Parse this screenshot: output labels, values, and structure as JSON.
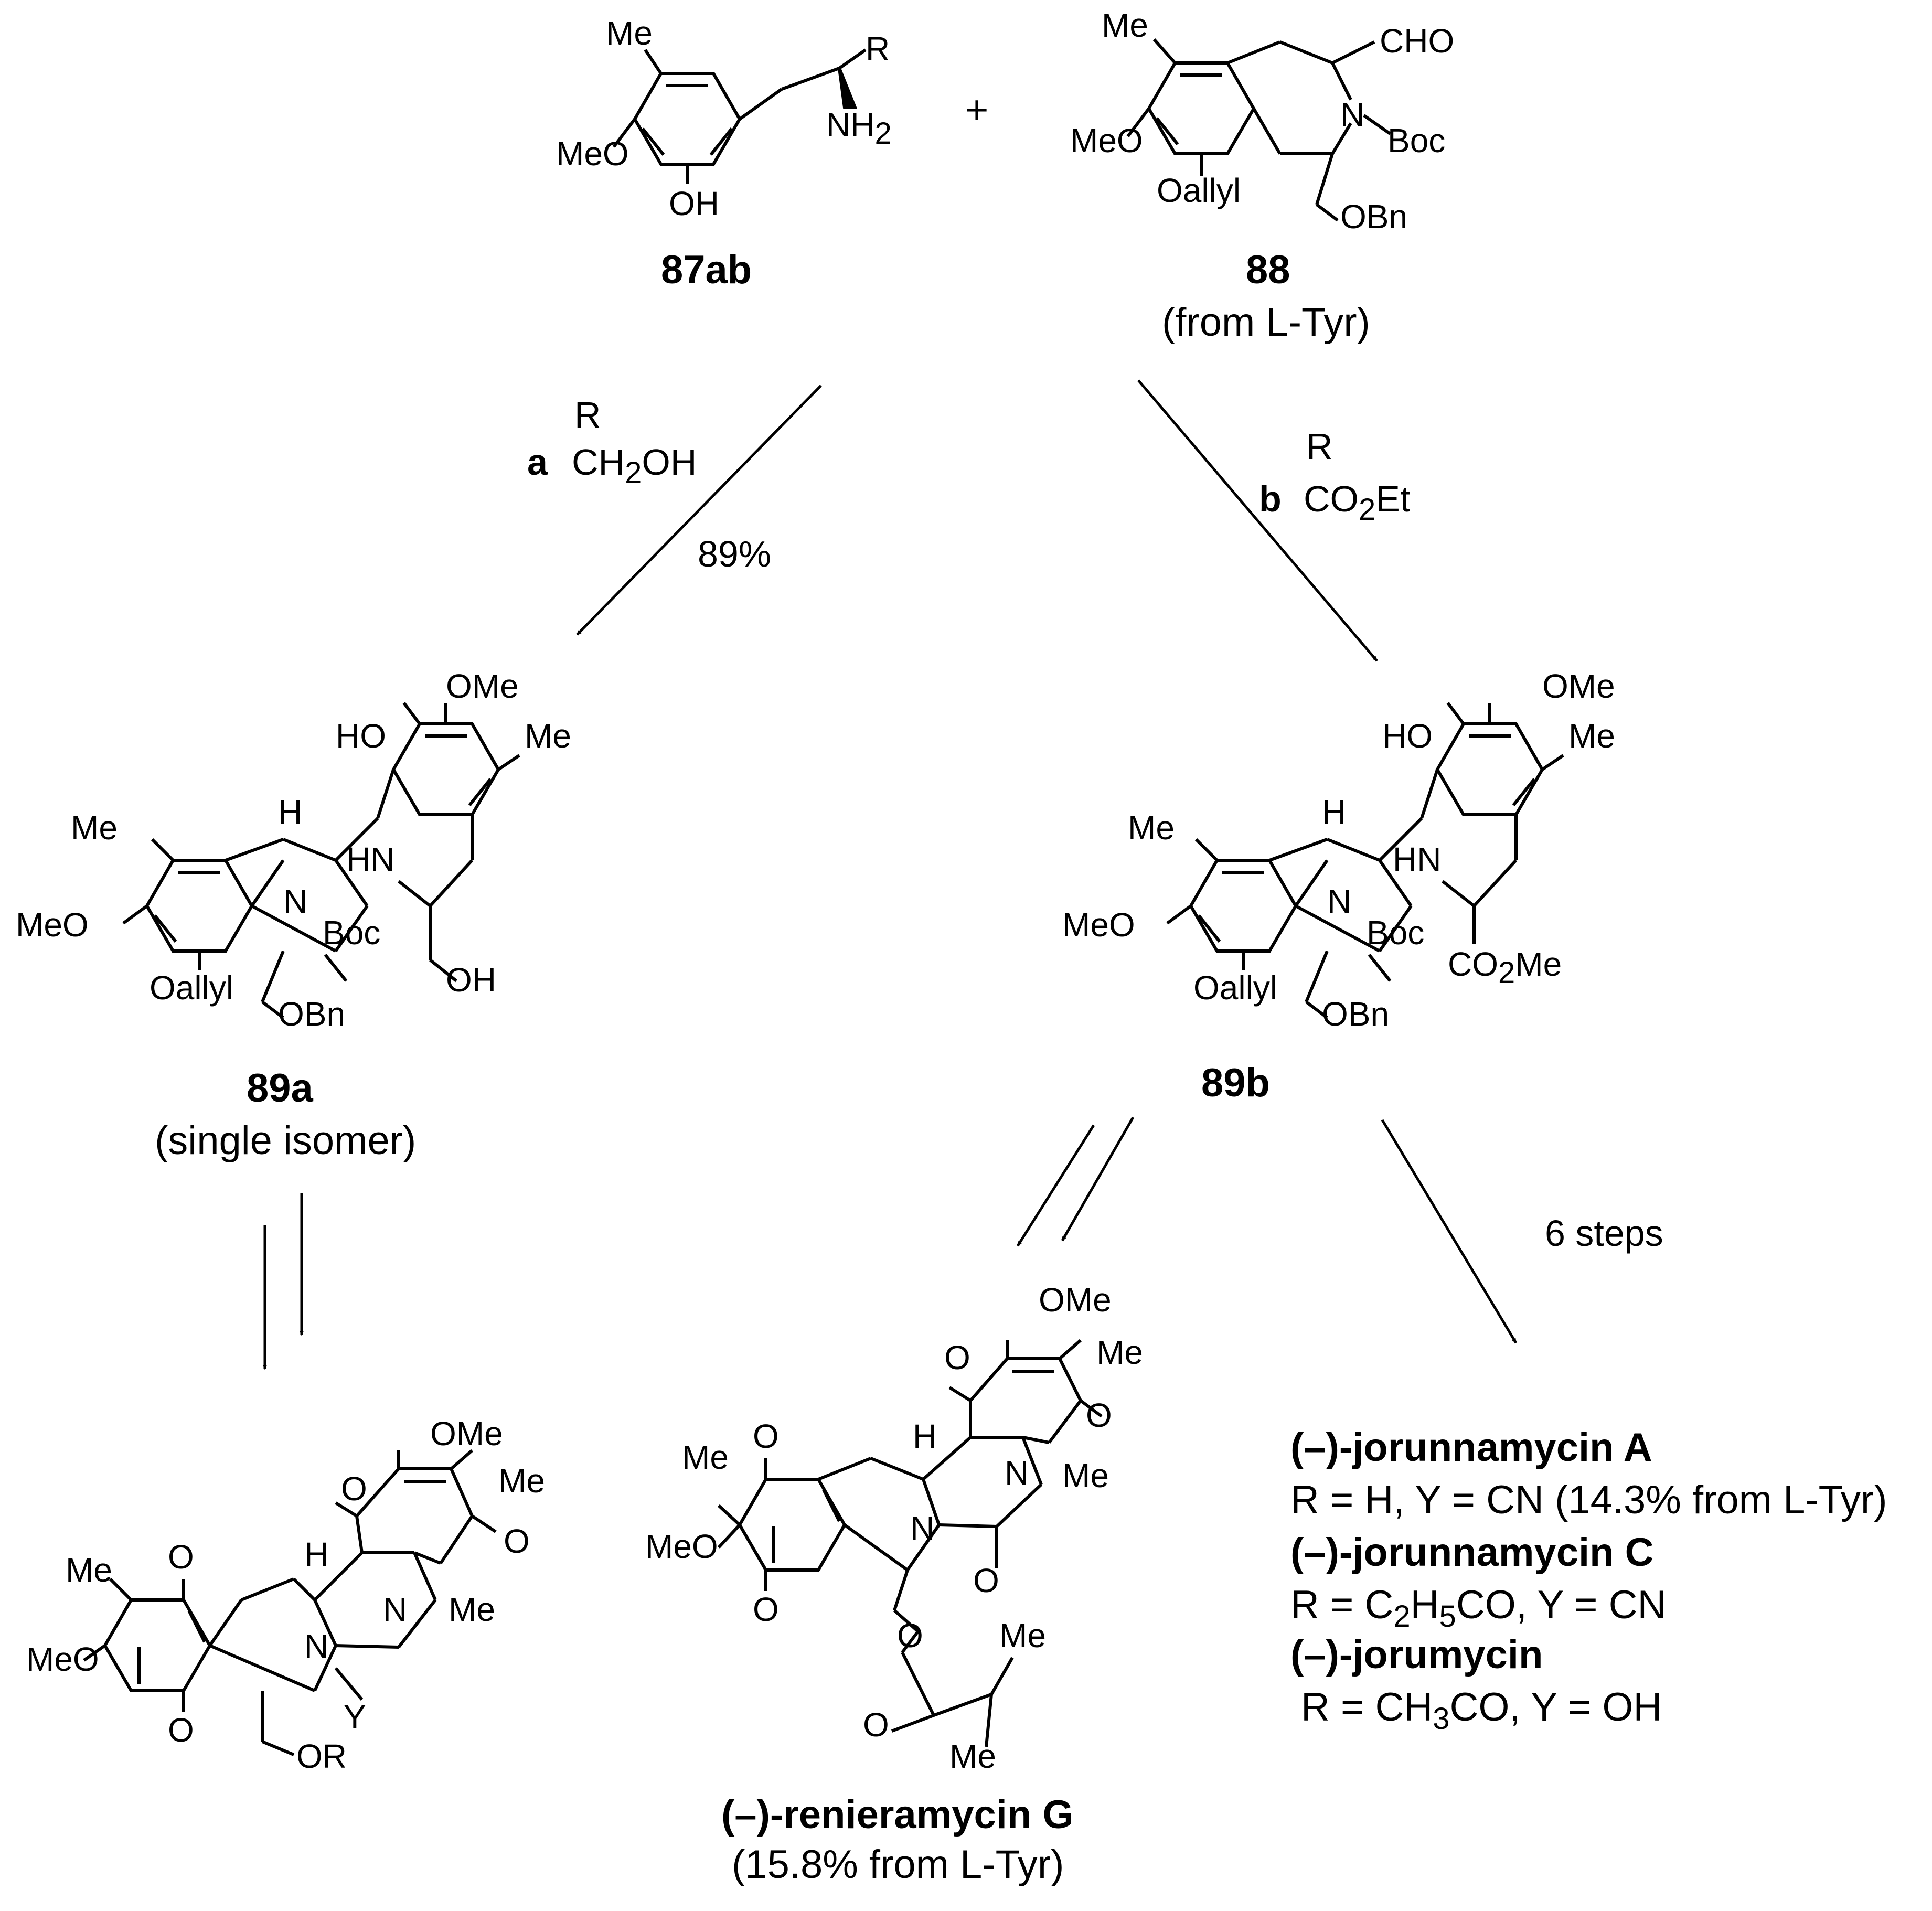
{
  "scheme": {
    "plus": "+",
    "compounds": {
      "c87ab": {
        "id": "87ab"
      },
      "c88": {
        "id": "88",
        "note": "(from L-Tyr)"
      },
      "c89a": {
        "id": "89a",
        "note": "(single isomer)"
      },
      "c89b": {
        "id": "89b"
      }
    },
    "atoms": {
      "me": "Me",
      "ome": "OMe",
      "meo": "MeO",
      "oh_low": "OH",
      "ho": "HO",
      "oh": "OH",
      "r": "R",
      "nh": "NH",
      "two": "2",
      "cho": "CHO",
      "n": "N",
      "boc": "Boc",
      "oallyl": "Oallyl",
      "obn": "OBn",
      "h": "H",
      "hn": "HN",
      "co": "CO",
      "me_ester": "Me",
      "o": "O",
      "or": "OR",
      "y": "Y"
    },
    "conditions": {
      "a": {
        "letter": "a",
        "r_label": "R",
        "group": "CH",
        "sub": "2",
        "tail": "OH",
        "yield": "89%"
      },
      "b": {
        "letter": "b",
        "r_label": "R",
        "group": "CO",
        "sub": "2",
        "tail": "Et"
      },
      "steps": "6 steps"
    },
    "products": {
      "renieramycin": {
        "name": "(–)-renieramycin G",
        "yield": "(15.8% from L-Tyr)"
      },
      "jorunnamycin_a": {
        "name": "(–)-jorunnamycin A",
        "detail": "R = H, Y = CN (14.3% from L-Tyr)"
      },
      "jorunnamycin_c": {
        "name": "(–)-jorunnamycin C",
        "detail_pre": "R = C",
        "sub1": "2",
        "detail_mid": "H",
        "sub2": "5",
        "detail_post": "CO, Y = CN"
      },
      "jorumycin": {
        "name": "(–)-jorumycin",
        "detail_pre": "R = CH",
        "sub1": "3",
        "detail_post": "CO, Y = OH"
      }
    }
  }
}
